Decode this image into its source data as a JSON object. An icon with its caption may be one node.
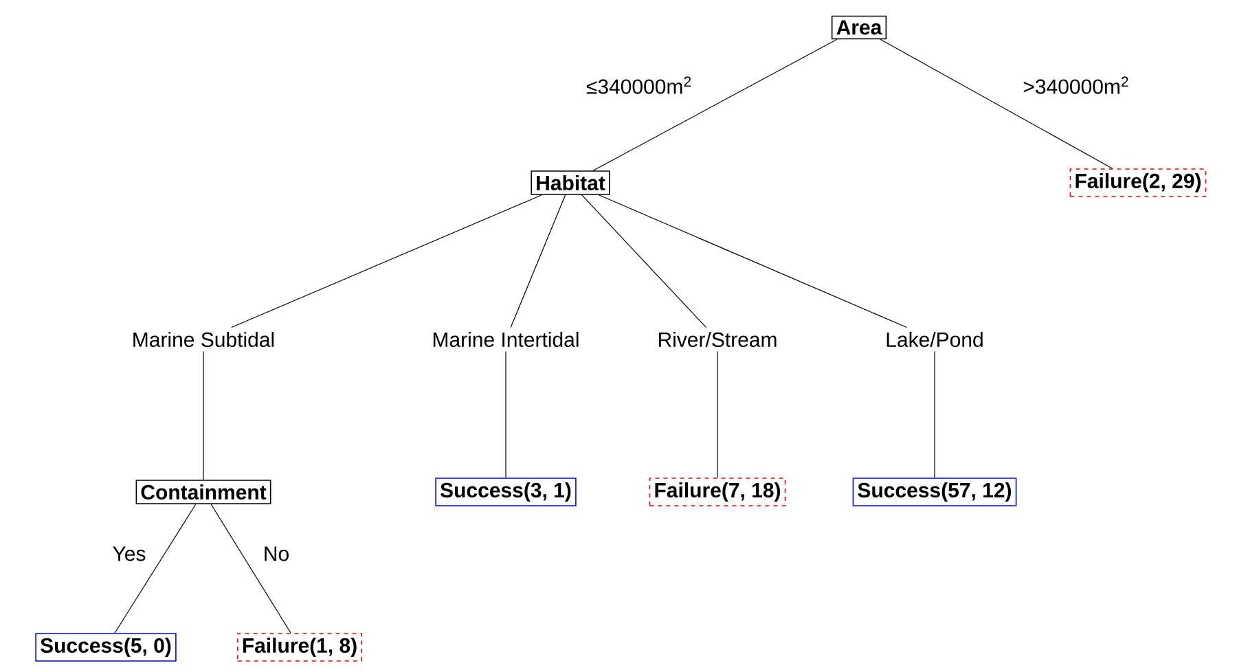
{
  "diagram": {
    "nodes": [
      {
        "text": [
          "Area"
        ]
      },
      {
        "text": [
          "Habitat"
        ]
      },
      {
        "text": [
          "Failure(2, 29)"
        ]
      },
      {
        "text": [
          "Marine Subtidal"
        ]
      },
      {
        "text": [
          "Marine Intertidal"
        ]
      },
      {
        "text": [
          "River/Stream"
        ]
      },
      {
        "text": [
          "Lake/Pond"
        ]
      },
      {
        "text": [
          "Containment"
        ]
      },
      {
        "text": [
          "Success(3, 1)"
        ]
      },
      {
        "text": [
          "Failure(7, 18)"
        ]
      },
      {
        "text": [
          "Success(57, 12)"
        ]
      },
      {
        "text": [
          "Success(5, 0)"
        ]
      },
      {
        "text": [
          "Failure(1, 8)"
        ]
      }
    ],
    "edges": [
      {
        "from": 0,
        "to": 1,
        "arrow": "none",
        "label": "≤340000m$^{2}$"
      },
      {
        "from": 0,
        "to": 2,
        "arrow": "none",
        "label": ">340000m$^{2}$"
      },
      {
        "from": 1,
        "to": 3,
        "arrow": "none"
      },
      {
        "from": 1,
        "to": 4,
        "arrow": "none"
      },
      {
        "from": 1,
        "to": 5,
        "arrow": "none"
      },
      {
        "from": 1,
        "to": 6,
        "arrow": "none"
      },
      {
        "from": 3,
        "to": 7,
        "arrow": "none"
      },
      {
        "from": 4,
        "to": 8,
        "arrow": "none"
      },
      {
        "from": 5,
        "to": 9,
        "arrow": "none"
      },
      {
        "from": 6,
        "to": 10,
        "arrow": "none"
      },
      {
        "from": 7,
        "to": 11,
        "arrow": "none",
        "label": "Yes"
      },
      {
        "from": 7,
        "to": 12,
        "arrow": "none",
        "label": "No"
      }
    ]
  }
}
